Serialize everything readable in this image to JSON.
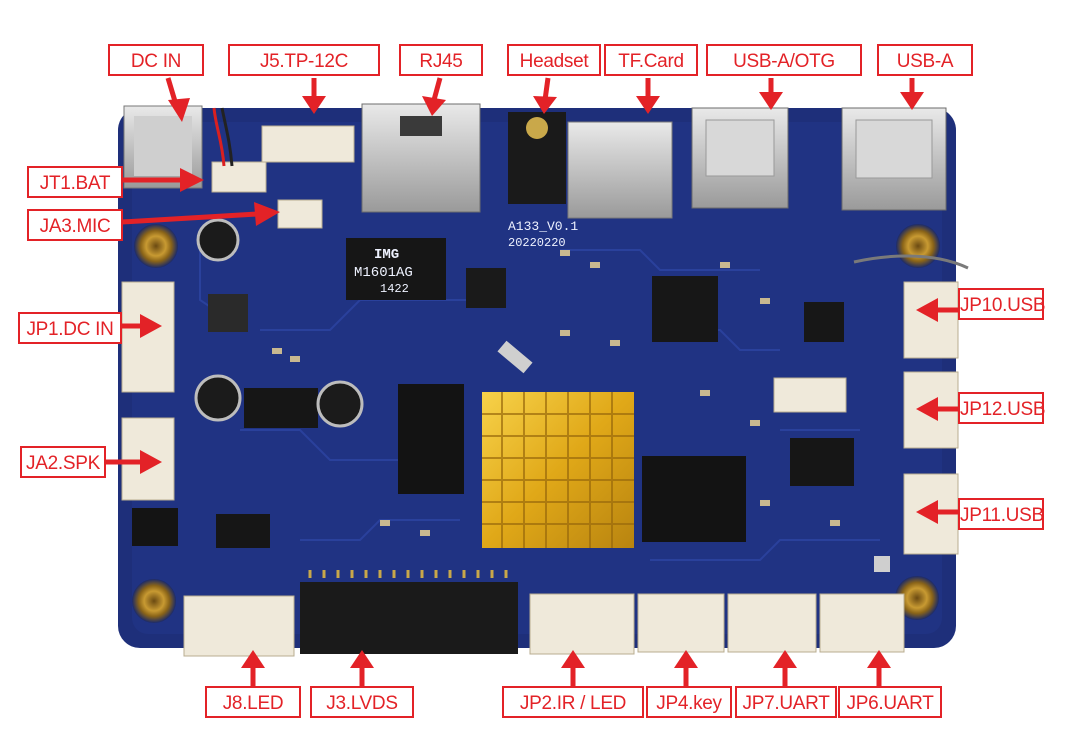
{
  "labels": {
    "dc_in": "DC IN",
    "j5": "J5.TP-12C",
    "rj45": "RJ45",
    "headset": "Headset",
    "tf_card": "TF.Card",
    "usb_a_otg": "USB-A/OTG",
    "usb_a": "USB-A",
    "jt1": "JT1.BAT",
    "ja3": "JA3.MIC",
    "jp1": "JP1.DC IN",
    "ja2": "JA2.SPK",
    "jp10": "JP10.USB",
    "jp12": "JP12.USB",
    "jp11": "JP11.USB",
    "j8": "J8.LED",
    "j3": "J3.LVDS",
    "jp2": "JP2.IR  / LED",
    "jp4": "JP4.key",
    "jp7": "JP7.UART",
    "jp6": "JP6.UART"
  },
  "board": {
    "model": "A133_V0.1",
    "date": "20220220",
    "chip_brand": "IMG",
    "chip_part": "M1601AG",
    "chip_code": "1422"
  },
  "colors": {
    "label_red": "#e32227",
    "pcb_blue": "#1e2f7a",
    "heatsink_gold": "#e8b421"
  }
}
